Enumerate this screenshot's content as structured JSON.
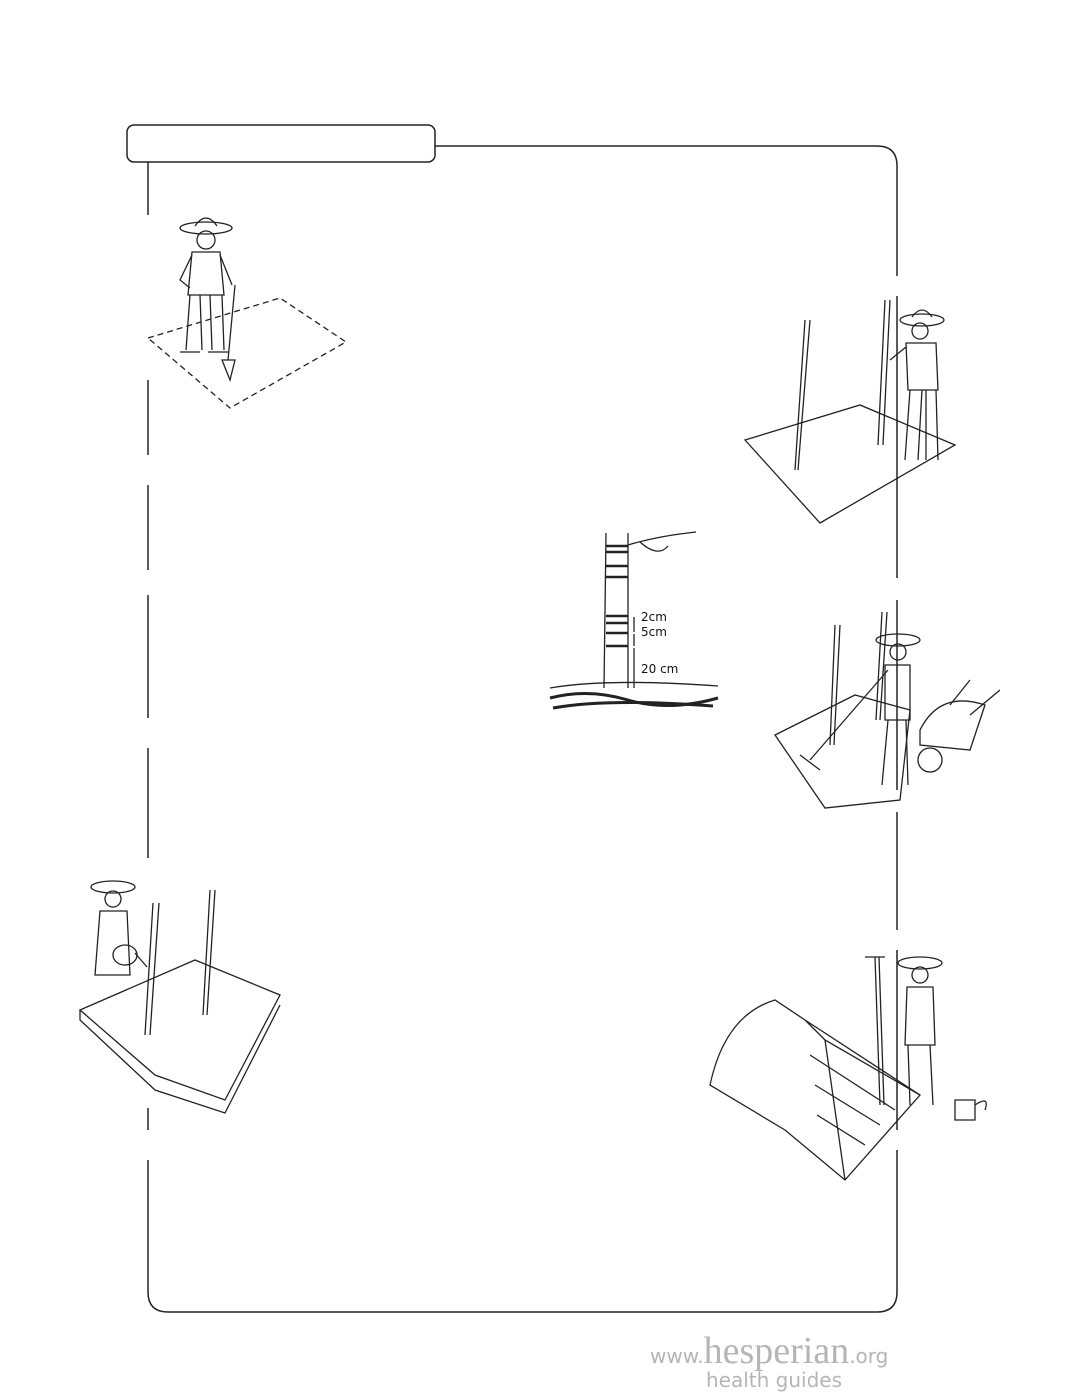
{
  "measure_stick": {
    "label_2cm": "2cm",
    "label_5cm": "5cm",
    "label_20cm": "20 cm"
  },
  "footer": {
    "www": "www.",
    "brand": "hesperian",
    "org": ".org",
    "sub": "health guides"
  }
}
